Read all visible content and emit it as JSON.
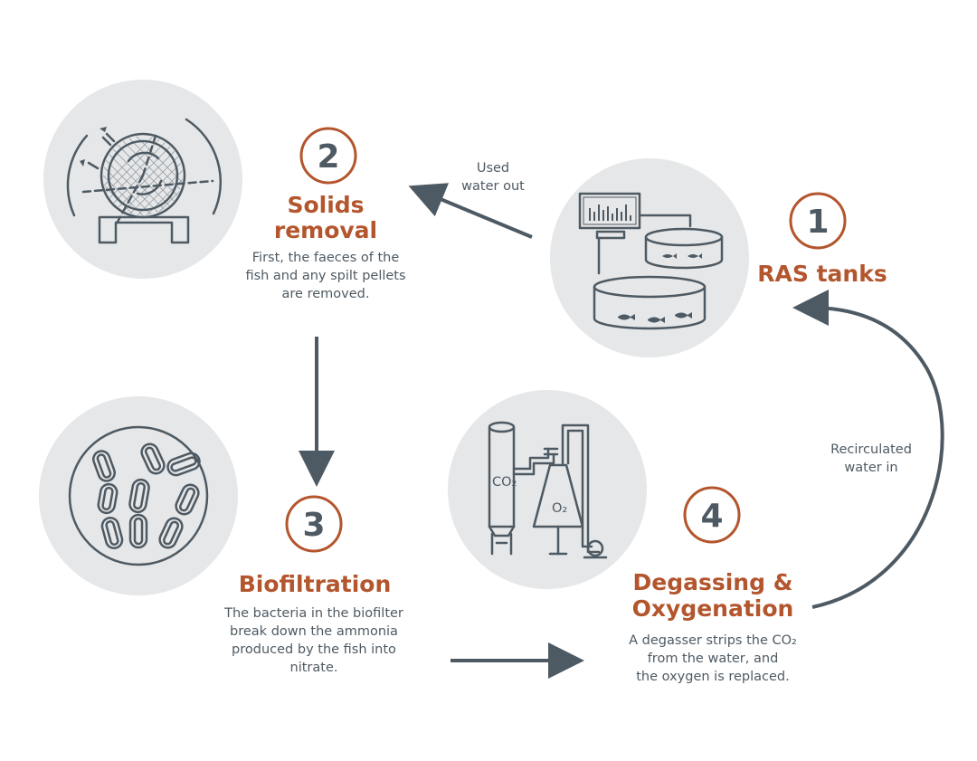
{
  "colors": {
    "accent": "#b3552d",
    "ink": "#4e5a63",
    "circle_bg": "#e6e7e8"
  },
  "steps": [
    {
      "number": "1",
      "title_lines": [
        "RAS tanks"
      ],
      "description_lines": [],
      "icon": "fish-tanks-icon"
    },
    {
      "number": "2",
      "title_lines": [
        "Solids",
        "removal"
      ],
      "description_lines": [
        "First, the faeces of the",
        "fish and any spilt pellets",
        "are removed."
      ],
      "icon": "drum-filter-icon"
    },
    {
      "number": "3",
      "title_lines": [
        "Biofiltration"
      ],
      "description_lines": [
        "The bacteria in the biofilter",
        "break down the ammonia",
        "produced by the fish into",
        "nitrate."
      ],
      "icon": "bacteria-icon"
    },
    {
      "number": "4",
      "title_lines": [
        "Degassing &",
        "Oxygenation"
      ],
      "description_lines": [
        "A degasser strips the CO₂",
        "from the water, and",
        "the oxygen is replaced."
      ],
      "icon": "degasser-oxygen-cone-icon"
    }
  ],
  "flow_labels": {
    "used_water": [
      "Used",
      "water out"
    ],
    "recirculated_water": [
      "Recirculated",
      "water in"
    ]
  },
  "icon_text": {
    "co2": "CO₂",
    "o2": "O₂"
  }
}
